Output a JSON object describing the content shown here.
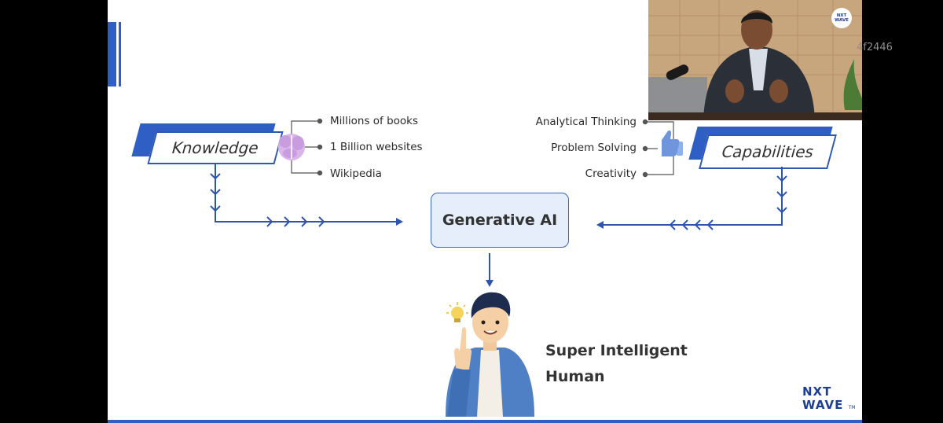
{
  "knowledge": {
    "label": "Knowledge",
    "items": [
      "Millions of books",
      "1 Billion websites",
      "Wikipedia"
    ]
  },
  "capabilities": {
    "label": "Capabilities",
    "items": [
      "Analytical Thinking",
      "Problem Solving",
      "Creativity"
    ]
  },
  "center": {
    "label": "Generative AI"
  },
  "result": {
    "line1": "Super Intelligent",
    "line2": "Human"
  },
  "logo": {
    "line1": "NXT",
    "line2": "WAVE",
    "tm": "TM"
  },
  "webcam": {
    "logo_line1": "NXT",
    "logo_line2": "WAVE"
  },
  "overlay_code": "4f2446",
  "colors": {
    "accent": "#2f5fc4",
    "arrow": "#2c55ad",
    "genai_bg": "#e6eefb",
    "background": "#000000"
  }
}
